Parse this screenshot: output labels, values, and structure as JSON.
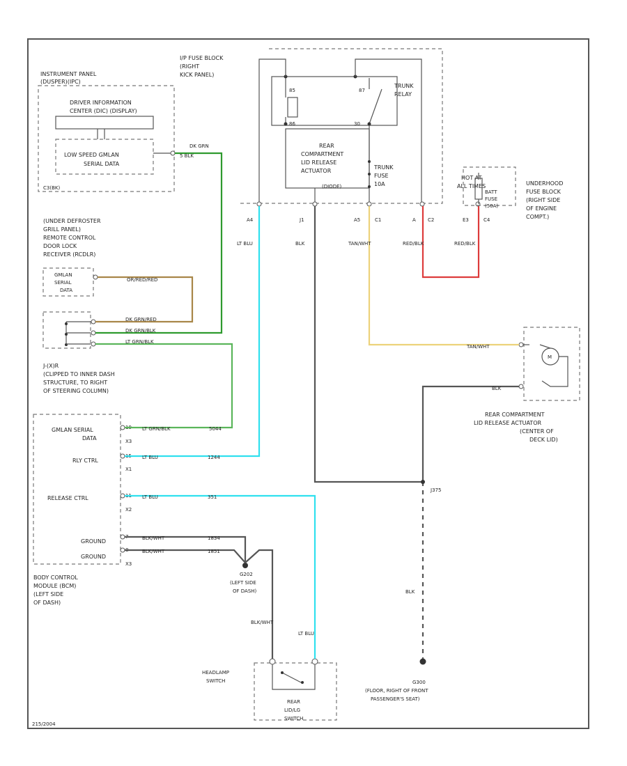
{
  "colors": {
    "black_wire": "#555555",
    "dk_green_wire": "#2e9a2e",
    "lt_green_wire": "#5ab55a",
    "orange_red_wire": "#a88648",
    "lt_blue_wire": "#2fe0ee",
    "tan_white_wire": "#ecd27a",
    "red_black_wire": "#dd3b3b"
  },
  "components": {
    "ip": {
      "l1": "INSTRUMENT PANEL",
      "l2": "(DUSPER)(IPC)",
      "dic1": "DRIVER INFORMATION",
      "dic2": "CENTER (DIC) (DISPLAY)",
      "lsg1": "LOW SPEED GMLAN",
      "lsg2": "SERIAL DATA",
      "conn": "C3(BK)"
    },
    "ipfb": {
      "l1": "I/P FUSE BLOCK",
      "l2": "(RIGHT",
      "l3": "KICK PANEL)"
    },
    "relay": {
      "l1": "TRUNK",
      "l2": "RELAY",
      "p85": "85",
      "p87": "87",
      "p86": "86",
      "p30": "30"
    },
    "rcl": {
      "l1": "REAR",
      "l2": "COMPARTMENT",
      "l3": "LID RELEASE",
      "l4": "ACTUATOR",
      "l5": "(DIODE)"
    },
    "trunkfuse": {
      "l1": "TRUNK",
      "l2": "FUSE",
      "l3": "10A"
    },
    "hotat": {
      "l1": "HOT AT",
      "l2": "ALL TIMES",
      "f1": "BATT",
      "f2": "FUSE",
      "f3": "(50A)"
    },
    "uhfb": {
      "l1": "UNDERHOOD",
      "l2": "FUSE BLOCK",
      "l3": "(RIGHT SIDE",
      "l4": "OF ENGINE",
      "l5": "COMPT.)"
    },
    "ud": {
      "l1": "(UNDER DEFROSTER",
      "l2": "GRILL PANEL)",
      "l3": "REMOTE CONTROL",
      "l4": "DOOR LOCK",
      "l5": "RECEIVER (RCDLR)",
      "g1": "GMLAN",
      "g2": "SERIAL",
      "g3": "DATA"
    },
    "j": {
      "l1": "J-(X)R",
      "l2": "(CLIPPED TO INNER DASH",
      "l3": "STRUCTURE, TO RIGHT",
      "l4": "OF STEERING COLUMN)"
    },
    "bcm": {
      "gmlan1": "GMLAN SERIAL",
      "gmlan2": "DATA",
      "rly": "RLY CTRL",
      "release": "RELEASE CTRL",
      "ground1": "GROUND",
      "ground2": "GROUND",
      "n1": "BODY CONTROL",
      "n2": "MODULE (BCM)",
      "n3": "(LEFT SIDE",
      "n4": "OF DASH)"
    },
    "g202": {
      "l1": "G202",
      "l2": "(LEFT SIDE",
      "l3": "OF DASH)"
    },
    "headlamp": {
      "l1": "HEADLAMP",
      "l2": "SWITCH",
      "s1": "REAR",
      "s2": "LID/LG",
      "s3": "SWITCH"
    },
    "actuator": {
      "m": "M",
      "l1": "REAR COMPARTMENT",
      "l2": "LID RELEASE ACTUATOR",
      "l3": "(CENTER OF",
      "l4": "DECK LID)"
    },
    "g300": {
      "l1": "G300",
      "l2": "(FLOOR, RIGHT OF FRONT",
      "l3": "PASSENGER'S SEAT)"
    },
    "splice": "J375"
  },
  "wires": {
    "dk_grn": "DK GRN",
    "grn_blk": "5 BLK",
    "or_red1": "OR/RED/RED",
    "or_red2": "DK GRN/RED",
    "dk_grn_blk": "DK GRN/BLK",
    "lt_grn_blk": "LT GRN/BLK",
    "lt_blu": "LT BLU",
    "blk": "BLK",
    "tan_wht": "TAN/WHT",
    "red_blk": "RED/BLK",
    "lt_grn_blk_bcm": "LT GRN/BLK",
    "lt_blu_bcm1": "LT BLU",
    "lt_blu_bcm2": "LT BLU",
    "blk_wht1": "BLK/WHT",
    "blk_wht2": "BLK/WHT",
    "blk_wht3": "BLK/WHT",
    "blk_v": "BLK",
    "blk_act": "BLK",
    "tan_wht_act": "TAN/WHT",
    "c1": "C1",
    "c2": "C2",
    "c3": "C3",
    "c4": "C4"
  },
  "pins": {
    "a4": "A4",
    "j1": "J1",
    "a5": "A5",
    "c1": "C1",
    "a": "A",
    "c2": "C2",
    "e3": "E3",
    "c4": "C4",
    "bcm_x3_1": "X3",
    "bcm_x1": "X1",
    "bcm_x2": "X2",
    "bcm_x3_2": "X3",
    "p7": "7",
    "p8": "8",
    "p11": "11",
    "p15": "15",
    "p19": "19",
    "n5044": "5044",
    "n1244": "1244",
    "n351": "351",
    "n1834": "1834",
    "n1851": "1851",
    "fig": "215/2004"
  }
}
